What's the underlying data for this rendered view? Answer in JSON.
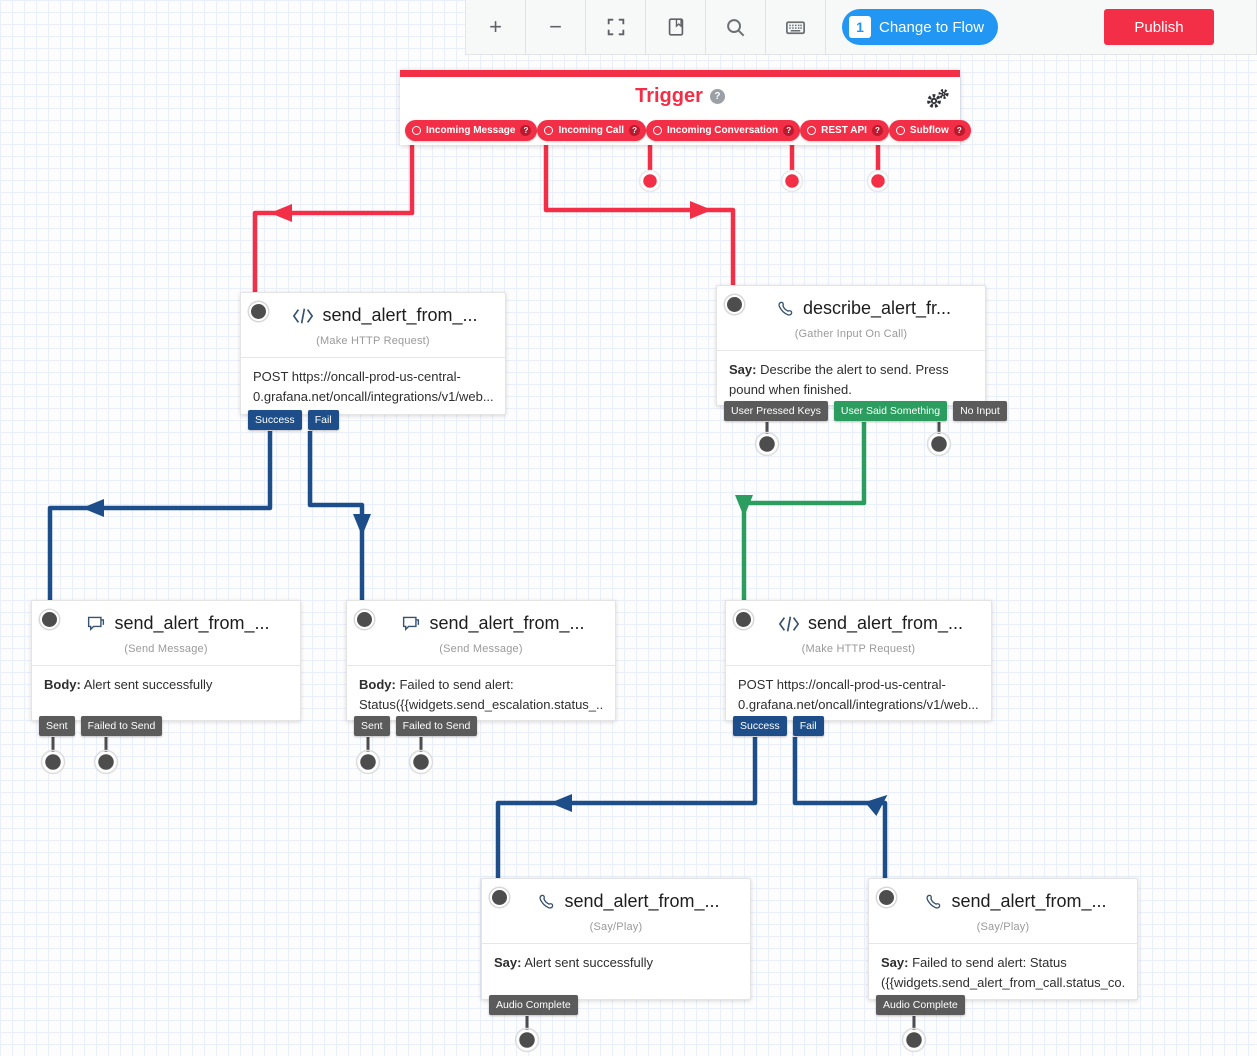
{
  "toolbar": {
    "zoom_in_label": "+",
    "zoom_out_label": "−",
    "change_to_flow_badge": "1",
    "change_to_flow_label": "Change to Flow",
    "publish_label": "Publish"
  },
  "trigger": {
    "title": "Trigger",
    "help_badge": "?",
    "pills": [
      {
        "label": "Incoming Message",
        "help": "?"
      },
      {
        "label": "Incoming Call",
        "help": "?"
      },
      {
        "label": "Incoming Conversation",
        "help": "?"
      },
      {
        "label": "REST API",
        "help": "?"
      },
      {
        "label": "Subflow",
        "help": "?"
      }
    ]
  },
  "widgets": [
    {
      "name": "send_alert_from_...",
      "type": "(Make HTTP Request)",
      "icon": "code-icon",
      "body_label": "",
      "line1": "POST https://oncall-prod-us-central-",
      "line2": "0.grafana.net/oncall/integrations/v1/web...",
      "tags": [
        {
          "label": "Success",
          "color": "navy"
        },
        {
          "label": "Fail",
          "color": "navy"
        }
      ]
    },
    {
      "name": "describe_alert_fr...",
      "type": "(Gather Input On Call)",
      "icon": "phone-icon",
      "body_label": "Say:",
      "line1": "Describe the alert to send. Press",
      "line2": "pound when finished.",
      "tags": [
        {
          "label": "User Pressed Keys",
          "color": "gray"
        },
        {
          "label": "User Said Something",
          "color": "green"
        },
        {
          "label": "No Input",
          "color": "gray"
        }
      ]
    },
    {
      "name": "send_alert_from_...",
      "type": "(Send Message)",
      "icon": "chat-icon",
      "body_label": "Body:",
      "line1": "Alert sent successfully",
      "line2": "",
      "tags": [
        {
          "label": "Sent",
          "color": "gray"
        },
        {
          "label": "Failed to Send",
          "color": "gray"
        }
      ]
    },
    {
      "name": "send_alert_from_...",
      "type": "(Send Message)",
      "icon": "chat-icon",
      "body_label": "Body:",
      "line1": "Failed to send alert:",
      "line2": "Status({{widgets.send_escalation.status_...",
      "tags": [
        {
          "label": "Sent",
          "color": "gray"
        },
        {
          "label": "Failed to Send",
          "color": "gray"
        }
      ]
    },
    {
      "name": "send_alert_from_...",
      "type": "(Make HTTP Request)",
      "icon": "code-icon",
      "body_label": "",
      "line1": "POST https://oncall-prod-us-central-",
      "line2": "0.grafana.net/oncall/integrations/v1/web...",
      "tags": [
        {
          "label": "Success",
          "color": "navy"
        },
        {
          "label": "Fail",
          "color": "navy"
        }
      ]
    },
    {
      "name": "send_alert_from_...",
      "type": "(Say/Play)",
      "icon": "phone-icon",
      "body_label": "Say:",
      "line1": "Alert sent successfully",
      "line2": "",
      "tags": [
        {
          "label": "Audio Complete",
          "color": "gray"
        }
      ]
    },
    {
      "name": "send_alert_from_...",
      "type": "(Say/Play)",
      "icon": "phone-icon",
      "body_label": "Say:",
      "line1": "Failed to send alert: Status",
      "line2": "({{widgets.send_alert_from_call.status_co...",
      "tags": [
        {
          "label": "Audio Complete",
          "color": "gray"
        }
      ]
    }
  ],
  "colors": {
    "red": "#f22f46",
    "navy": "#1d4e89",
    "green": "#2a9d5f",
    "blue": "#2196f3",
    "tag_gray": "#5b5b5b"
  }
}
